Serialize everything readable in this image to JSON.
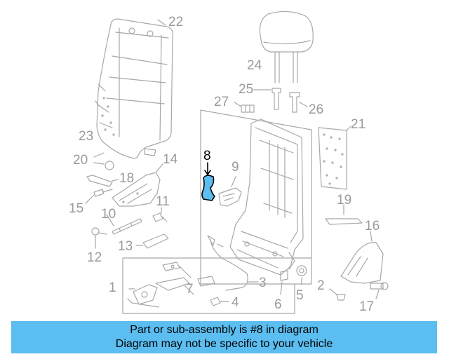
{
  "diagram": {
    "highlight_color": "#5bbdf0",
    "line_color": "#a8a8a8",
    "callouts": {
      "c1": "1",
      "c2": "2",
      "c3": "3",
      "c4": "4",
      "c5": "5",
      "c6": "6",
      "c7": "7",
      "c8": "8",
      "c9": "9",
      "c10": "10",
      "c11": "11",
      "c12": "12",
      "c13": "13",
      "c14": "14",
      "c15": "15",
      "c16": "16",
      "c17": "17",
      "c18": "18",
      "c19": "19",
      "c20": "20",
      "c21": "21",
      "c22": "22",
      "c23": "23",
      "c24": "24",
      "c25": "25",
      "c26": "26",
      "c27": "27"
    }
  },
  "banner": {
    "background": "#5bbdf0",
    "line1": "Part or sub-assembly is #8 in diagram",
    "line2": "Diagram may not be specific to your vehicle"
  }
}
